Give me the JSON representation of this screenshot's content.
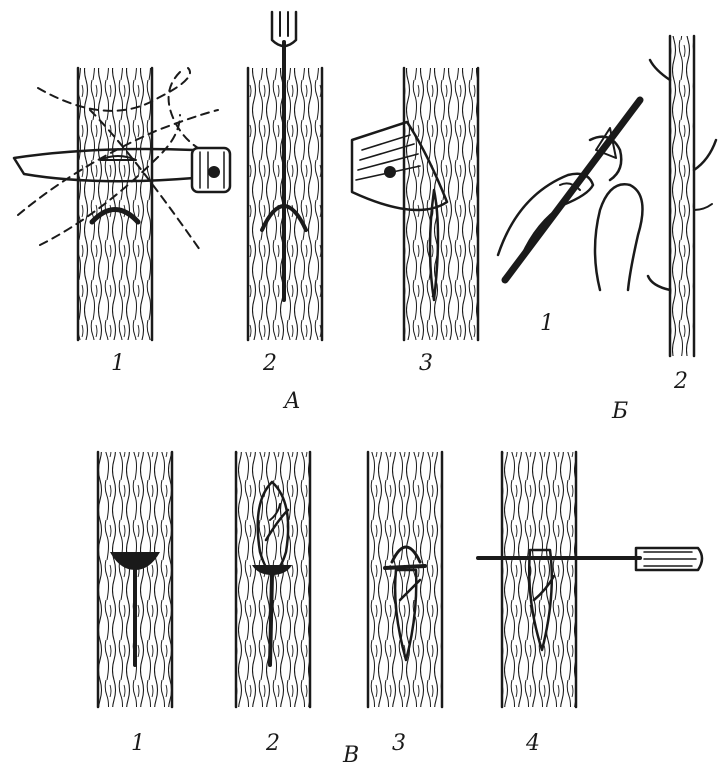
{
  "panels": [
    {
      "letter": "А",
      "steps": [
        {
          "label": "1"
        },
        {
          "label": "2"
        },
        {
          "label": "3"
        }
      ]
    },
    {
      "letter": "Б",
      "steps": [
        {
          "label": "1"
        },
        {
          "label": "2"
        }
      ]
    },
    {
      "letter": "В",
      "steps": [
        {
          "label": "1"
        },
        {
          "label": "2"
        },
        {
          "label": "3"
        },
        {
          "label": "4"
        }
      ]
    }
  ],
  "colors": {
    "ink": "#1a1a1a",
    "paper": "#ffffff"
  },
  "icons": [
    "grafting-knife-icon",
    "hand-icon",
    "bud-shield-icon",
    "tree-trunk-icon",
    "budding-stick-icon"
  ]
}
